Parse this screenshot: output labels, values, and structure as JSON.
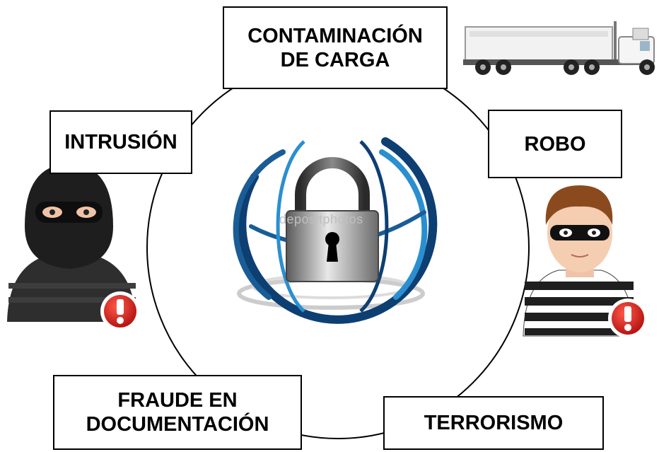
{
  "threats": {
    "carga": "CONTAMINACIÓN\nDE CARGA",
    "intrusion": "INTRUSIÓN",
    "robo": "ROBO",
    "fraude": "FRAUDE EN\nDOCUMENTACIÓN",
    "terrorismo": "TERRORISMO"
  },
  "watermark": "depositphotos",
  "icons": {
    "center": "globe-padlock-icon",
    "left": "masked-intruder-icon",
    "right": "thief-icon",
    "top_right": "truck-icon",
    "alert": "exclamation-alert-icon"
  },
  "colors": {
    "globe_dark": "#0d3f73",
    "globe_light": "#2a8fd0",
    "alert_red": "#d8201f"
  }
}
